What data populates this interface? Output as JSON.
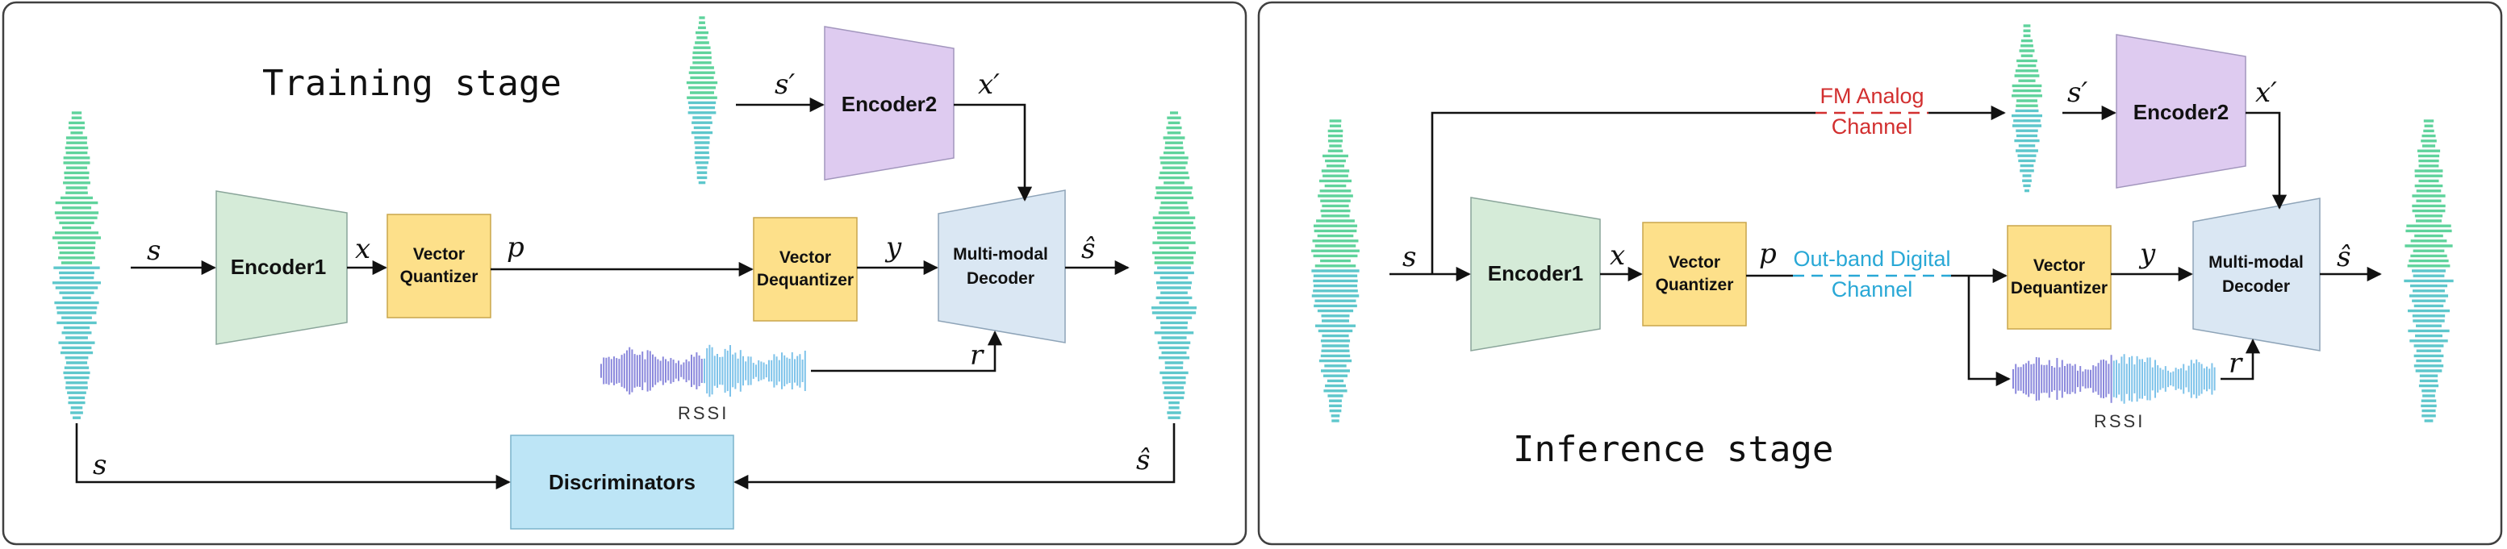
{
  "panels": {
    "training": {
      "title": "Training stage"
    },
    "inference": {
      "title": "Inference stage"
    }
  },
  "blocks": {
    "encoder1": "Encoder1",
    "encoder2": "Encoder2",
    "vq_line1": "Vector",
    "vq_line2": "Quantizer",
    "vdq_line1": "Vector",
    "vdq_line2": "Dequantizer",
    "decoder_line1": "Multi-modal",
    "decoder_line2": "Decoder",
    "discriminators": "Discriminators"
  },
  "symbols": {
    "s": "s",
    "s_prime": "s′",
    "x": "x",
    "x_prime": "x′",
    "p": "p",
    "y": "y",
    "r": "r",
    "s_hat": "ŝ"
  },
  "signals": {
    "rssi": "RSSI"
  },
  "channels": {
    "fm_line1": "FM Analog",
    "fm_line2": "Channel",
    "digital_line1": "Out-band Digital",
    "digital_line2": "Channel"
  },
  "colors": {
    "encoder": "#d5ebd8",
    "encoder2": "#decbf0",
    "quantizer": "#fde08a",
    "decoder": "#dae7f3",
    "discriminator": "#bde5f6",
    "waveform_green": "#5fd39c",
    "waveform_teal": "#5ec7cc",
    "rssi_purple": "#8a88dc",
    "rssi_blue": "#7ec3ea",
    "fm_channel": "#d22f2f",
    "digital_channel": "#29a8d6"
  }
}
